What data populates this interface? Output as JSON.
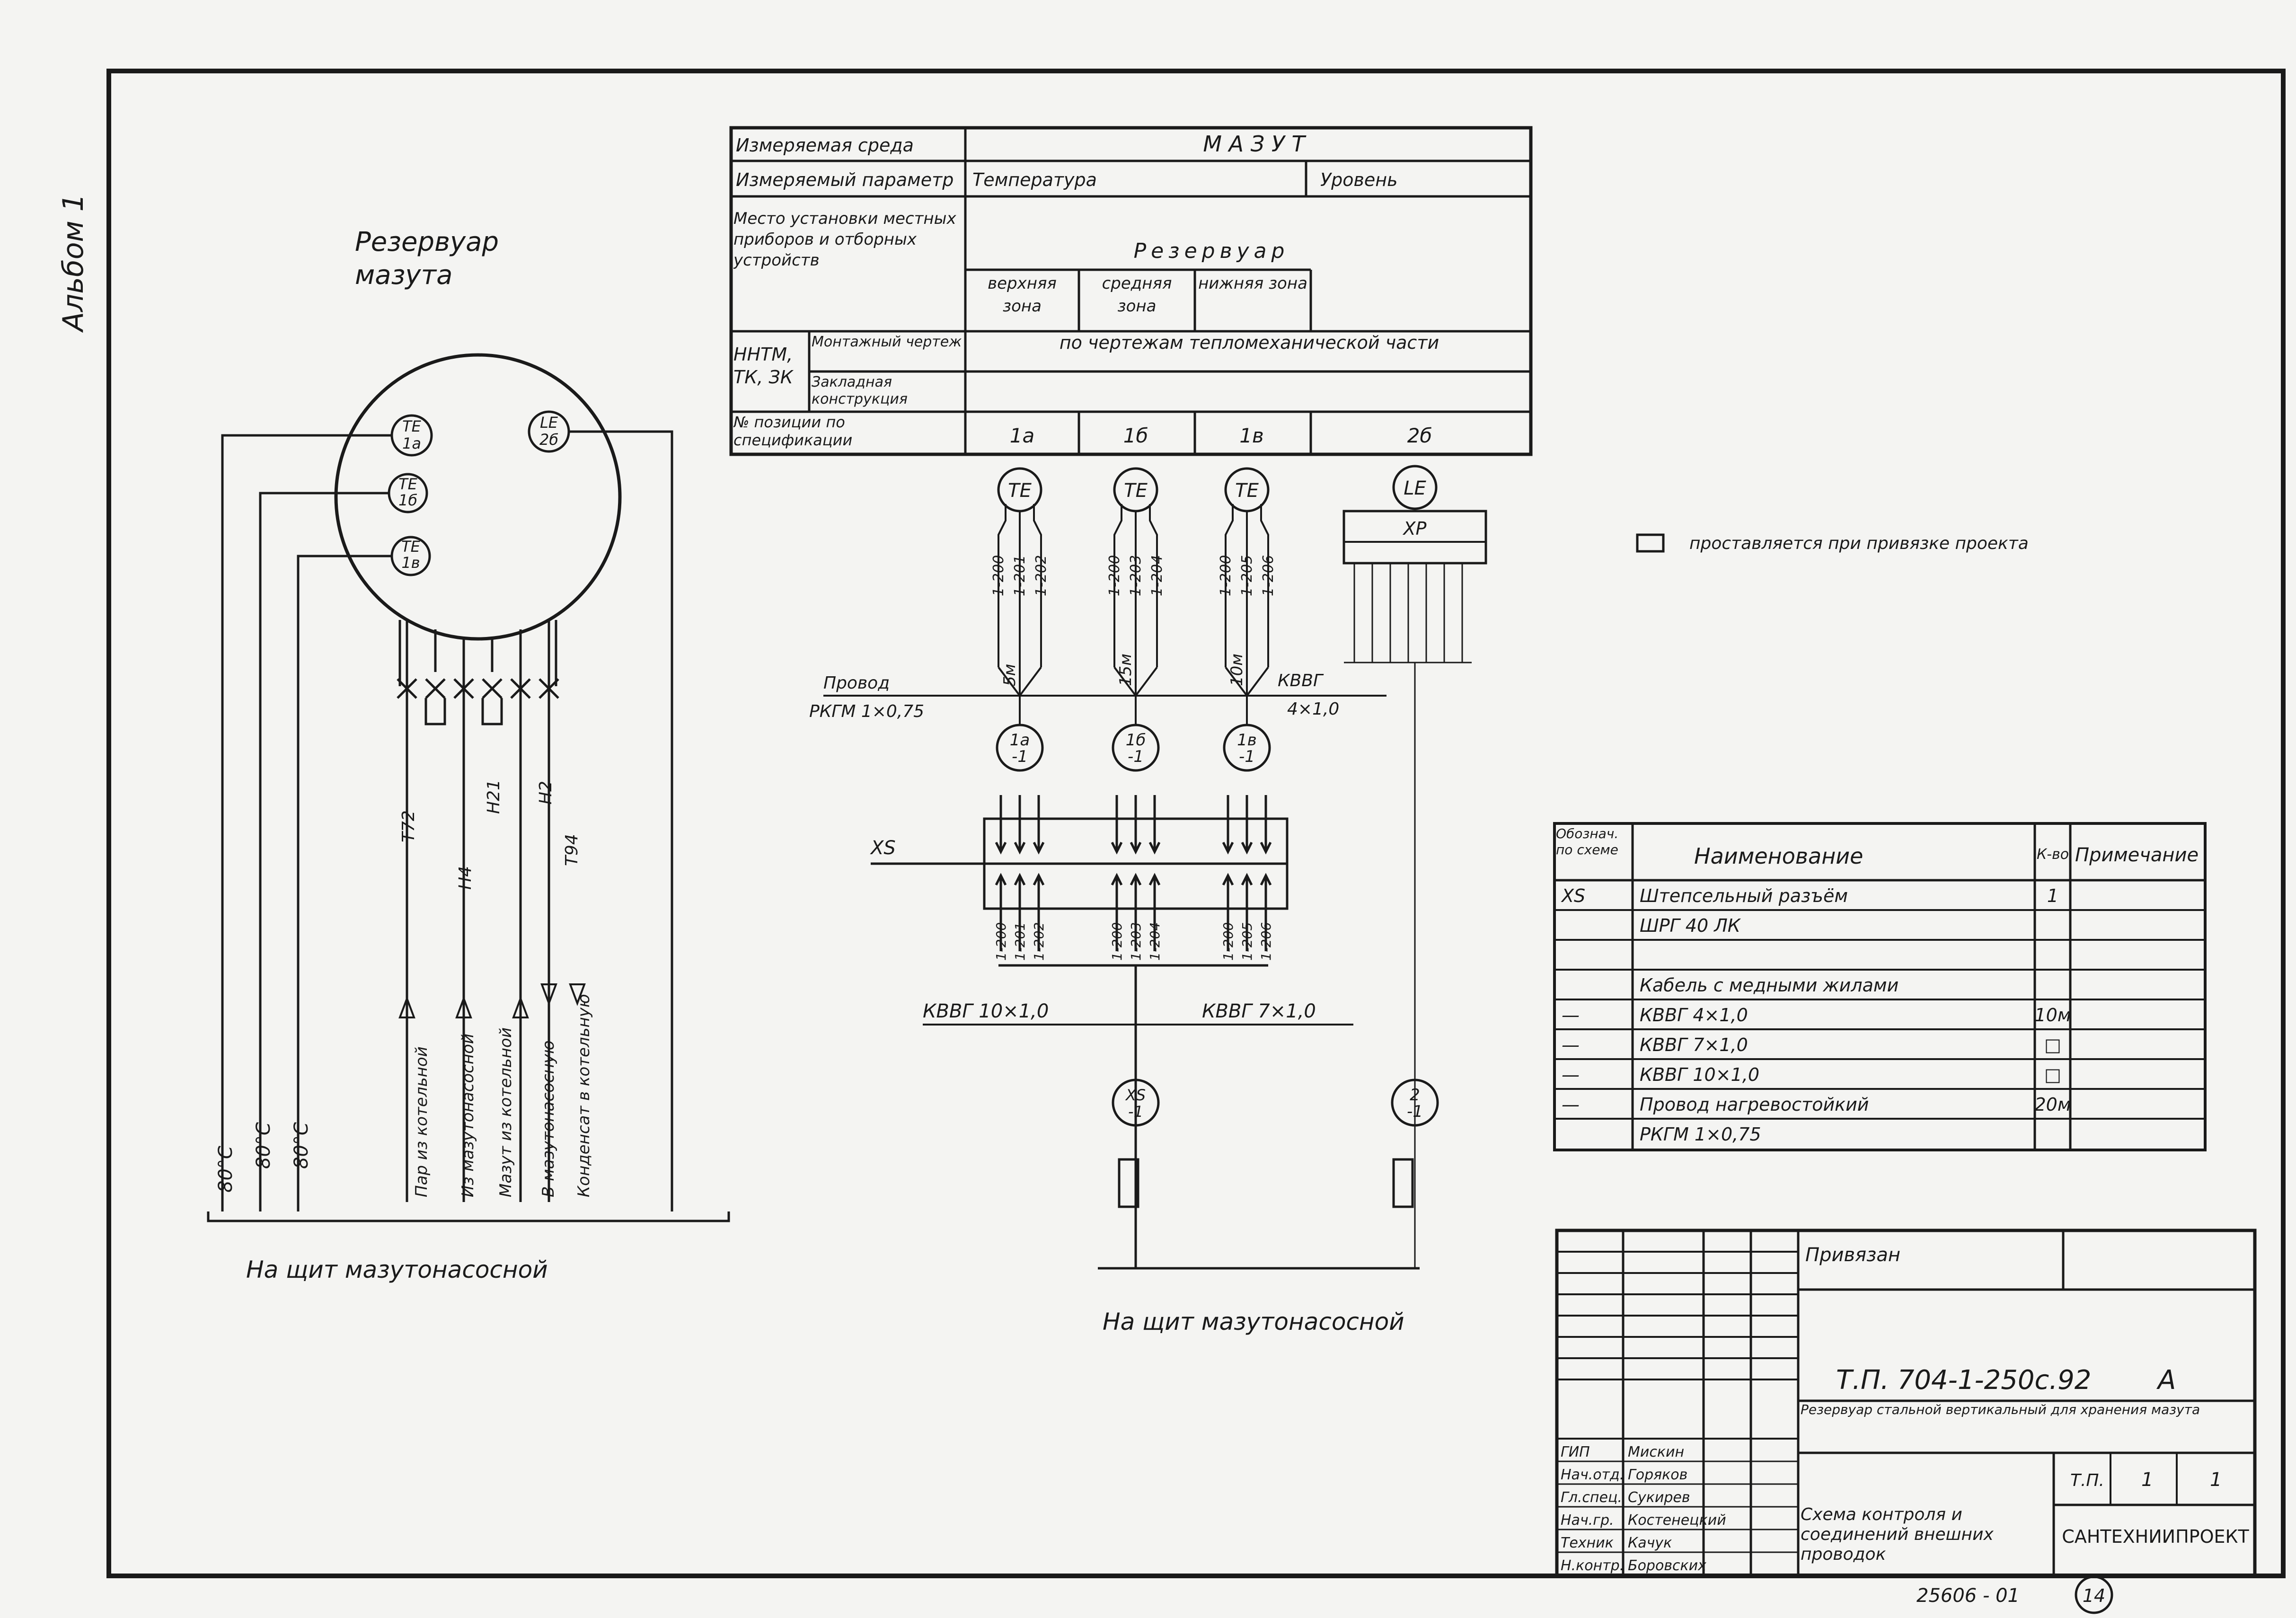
{
  "page": {
    "album": "Альбом 1",
    "page_number": "14",
    "sheet_code": "25606 - 01"
  },
  "tank": {
    "title_line1": "Резервуар",
    "title_line2": "мазута",
    "sensors": [
      {
        "id": "te1a",
        "top": "TE",
        "bottom": "1a"
      },
      {
        "id": "te1b",
        "top": "TE",
        "bottom": "1б"
      },
      {
        "id": "te1v",
        "top": "TE",
        "bottom": "1в"
      },
      {
        "id": "le2b",
        "top": "LE",
        "bottom": "2б"
      }
    ],
    "pipe_labels": [
      "Т72",
      "Н4",
      "Н21",
      "Н2",
      "Т94"
    ],
    "pipe_descriptions": [
      "Пар из котельной",
      "Из мазутонасосной",
      "Мазут из котельной",
      "В мазутонасосную",
      "Конденсат в котельную"
    ],
    "temps": [
      "80°C",
      "80°C",
      "80°C"
    ],
    "bottom_caption": "На щит  мазутонасосной"
  },
  "params_table": {
    "rows": {
      "medium_label": "Измеряемая среда",
      "medium_value": "М  А  З  У  Т",
      "param_label": "Измеряемый параметр",
      "param_temp": "Температура",
      "param_level": "Уровень",
      "place_label": "Место установки местных приборов и отборных устройств",
      "place_value": "Резервуар",
      "zone_upper": "верхняя зона",
      "zone_middle": "средняя зона",
      "zone_lower": "нижняя зона",
      "nntm_label": "ННТМ, ТК, ЗК",
      "mount_label": "Монтажный чертеж",
      "embed_label": "Закладная конструкция",
      "mount_value": "по чертежам тепломеханической части",
      "spec_label": "№ позиции по спецификации",
      "spec_values": [
        "1а",
        "1б",
        "1в",
        "2б"
      ]
    }
  },
  "schematic": {
    "te_label": "TE",
    "le_label": "LE",
    "xp_label": "XP",
    "xs_label": "XS",
    "wire_labels": [
      [
        "1-200",
        "1-201",
        "1-202"
      ],
      [
        "1-200",
        "1-203",
        "1-204"
      ],
      [
        "1-200",
        "1-205",
        "1-206"
      ]
    ],
    "cable_lengths": [
      "5м",
      "15м",
      "10м"
    ],
    "cable_kvvg": "КВВГ",
    "cable_kvvg_size": "4×1,0",
    "wire_text_line1": "Провод",
    "wire_text_line2": "РКГМ 1×0,75",
    "terminals": [
      {
        "top": "1а",
        "bottom": "-1"
      },
      {
        "top": "1б",
        "bottom": "-1"
      },
      {
        "top": "1в",
        "bottom": "-1"
      }
    ],
    "xs1_top": "XS",
    "xs1_bottom": "-1",
    "t2_top": "2",
    "t2_bottom": "-1",
    "cable1": "КВВГ 10×1,0",
    "cable2": "КВВГ 7×1,0",
    "bottom_caption": "На щит  мазутонасосной"
  },
  "legend_note": "проставляется при привязке проекта",
  "spec_table": {
    "headers": [
      "Обознач. по схеме",
      "Наименование",
      "К-во",
      "Примечание"
    ],
    "rows": [
      {
        "code": "XS",
        "name": "Штепсельный разъём",
        "qty": "1",
        "note": ""
      },
      {
        "code": "",
        "name": "ШРГ 40 ЛК",
        "qty": "",
        "note": ""
      },
      {
        "code": "",
        "name": "",
        "qty": "",
        "note": ""
      },
      {
        "code": "",
        "name": "Кабель с медными жилами",
        "qty": "",
        "note": ""
      },
      {
        "code": "—",
        "name": "КВВГ 4×1,0",
        "qty": "10м",
        "note": ""
      },
      {
        "code": "—",
        "name": "КВВГ 7×1,0",
        "qty": "□",
        "note": ""
      },
      {
        "code": "—",
        "name": "КВВГ 10×1,0",
        "qty": "□",
        "note": ""
      },
      {
        "code": "—",
        "name": "Провод нагревостойкий",
        "qty": "20м",
        "note": ""
      },
      {
        "code": "",
        "name": "РКГМ 1×0,75",
        "qty": "",
        "note": ""
      }
    ]
  },
  "title_block": {
    "attached": "Привязан",
    "designation": "Т.П. 704-1-250с.92",
    "letter": "А",
    "object": "Резервуар стальной вертикальный для хранения мазута",
    "sheet_title": "Схема контроля и соединений внешних проводок",
    "stage": "Т.П.",
    "sheet": "1",
    "sheets": "1",
    "org": "САНТЕХНИИПРОЕКТ",
    "signatures": [
      {
        "role": "ГИП",
        "name": "Мискин"
      },
      {
        "role": "Нач.отд.",
        "name": "Горяков"
      },
      {
        "role": "Гл.спец.",
        "name": "Сукирев"
      },
      {
        "role": "Нач.гр.",
        "name": "Костенецкий"
      },
      {
        "role": "Техник",
        "name": "Качук"
      },
      {
        "role": "Н.контр.",
        "name": "Боровских"
      }
    ]
  }
}
